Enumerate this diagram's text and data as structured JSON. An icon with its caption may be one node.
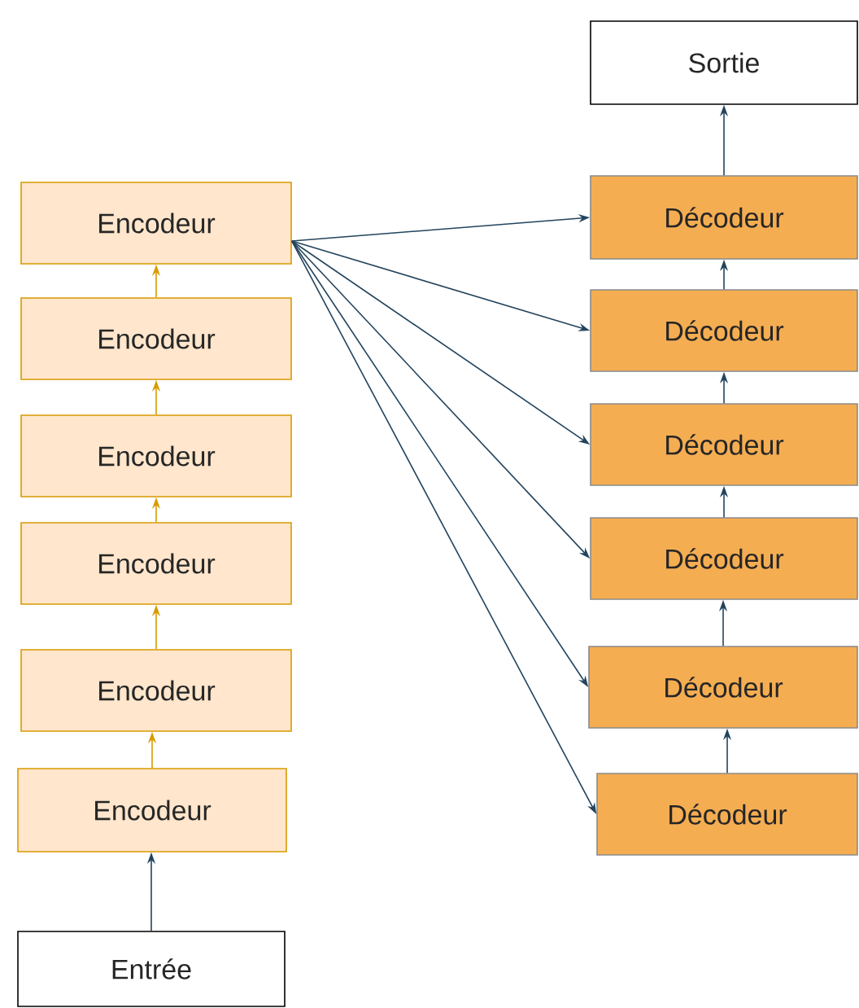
{
  "diagram": {
    "nodes": [
      {
        "text": [
          "Sortie"
        ]
      },
      {
        "text": [
          "Encodeur"
        ]
      },
      {
        "text": [
          "Encodeur"
        ]
      },
      {
        "text": [
          "Encodeur"
        ]
      },
      {
        "text": [
          "Encodeur"
        ]
      },
      {
        "text": [
          "Encodeur"
        ]
      },
      {
        "text": [
          "Encodeur"
        ]
      },
      {
        "text": [
          "Décodeur"
        ]
      },
      {
        "text": [
          "Décodeur"
        ]
      },
      {
        "text": [
          "Décodeur"
        ]
      },
      {
        "text": [
          "Décodeur"
        ]
      },
      {
        "text": [
          "Décodeur"
        ]
      },
      {
        "text": [
          "Décodeur"
        ]
      },
      {
        "text": [
          "Entrée"
        ]
      }
    ],
    "edges": [
      {
        "from": 13,
        "to": 6,
        "arrow": "to"
      },
      {
        "from": 6,
        "to": 5,
        "arrow": "to",
        "color": "#d79b00"
      },
      {
        "from": 5,
        "to": 4,
        "arrow": "to",
        "color": "#d79b00"
      },
      {
        "from": 4,
        "to": 3,
        "arrow": "to",
        "color": "#d79b00"
      },
      {
        "from": 3,
        "to": 2,
        "arrow": "to",
        "color": "#d79b00"
      },
      {
        "from": 2,
        "to": 1,
        "arrow": "to",
        "color": "#d79b00"
      },
      {
        "from": 1,
        "to": 7,
        "arrow": "to"
      },
      {
        "from": 1,
        "to": 8,
        "arrow": "to"
      },
      {
        "from": 1,
        "to": 9,
        "arrow": "to"
      },
      {
        "from": 1,
        "to": 10,
        "arrow": "to"
      },
      {
        "from": 1,
        "to": 11,
        "arrow": "to"
      },
      {
        "from": 1,
        "to": 12,
        "arrow": "to"
      },
      {
        "from": 12,
        "to": 11,
        "arrow": "to"
      },
      {
        "from": 11,
        "to": 10,
        "arrow": "to"
      },
      {
        "from": 10,
        "to": 9,
        "arrow": "to"
      },
      {
        "from": 9,
        "to": 8,
        "arrow": "to"
      },
      {
        "from": 8,
        "to": 7,
        "arrow": "to"
      },
      {
        "from": 7,
        "to": 0,
        "arrow": "to"
      }
    ]
  }
}
